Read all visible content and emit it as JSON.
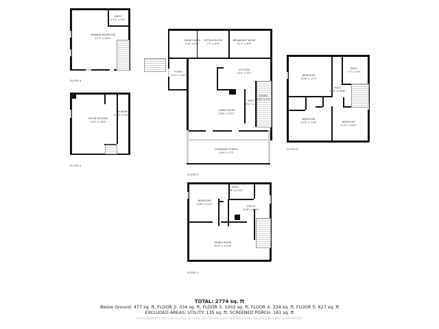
{
  "floors": {
    "floor4": {
      "label": "FLOOR 4",
      "rooms": [
        {
          "name": "PRIMARY BEDROOM",
          "dims": "17'7\" x 16'0\""
        },
        {
          "name": "BATH",
          "dims": "5'11\" x 5'5\""
        }
      ]
    },
    "floor2": {
      "label": "FLOOR 2",
      "rooms": [
        {
          "name": "EAT-IN KITCHEN",
          "dims": "14'3\" x 16'0\""
        },
        {
          "name": "LAUNDRY",
          "dims": "6'10\" x 16'1\""
        }
      ]
    },
    "floor3": {
      "label": "FLOOR 3",
      "rooms": [
        {
          "name": "DINING AREA",
          "dims": "11'6\" x 8'9\""
        },
        {
          "name": "SITTING ROOM",
          "dims": "7'7\" x 8'9\""
        },
        {
          "name": "BREAKFAST NOOK",
          "dims": "12'1\" x 8'9\""
        },
        {
          "name": "FOYER",
          "dims": "5'11\" x 9'2\""
        },
        {
          "name": "KITCHEN",
          "dims": "13'7\" x 9'2\""
        },
        {
          "name": "ENTRY",
          "dims": "3'10\" x 7'5\""
        },
        {
          "name": "BATH",
          "dims": "2'11\" x 8'"
        },
        {
          "name": "LIVING ROOM",
          "dims": "20'0\" x 20'1\""
        },
        {
          "name": "SCREENED PORCH",
          "dims": "20'0\" x 7'3\""
        }
      ]
    },
    "floor5": {
      "label": "FLOOR 5",
      "rooms": [
        {
          "name": "BEDROOM",
          "dims": "12'6\" x 11'1\""
        },
        {
          "name": "BATH",
          "dims": "7'7\" x 7'6\""
        },
        {
          "name": "HALL",
          "dims": "12'0\" x 14'8\""
        },
        {
          "name": "BEDROOM",
          "dims": "12'0\" x 11'8\""
        },
        {
          "name": "BEDROOM",
          "dims": "11'3\" x 10'0\""
        }
      ]
    },
    "floor1": {
      "label": "FLOOR 1",
      "rooms": [
        {
          "name": "BATH",
          "dims": "7'6\" x 4'10\""
        },
        {
          "name": "BEDROOM",
          "dims": "10'6\" x 12'4\""
        },
        {
          "name": "UTILITY",
          "dims": "12'8\" x 15'8\""
        },
        {
          "name": "FAMILY ROOM",
          "dims": "20'0\" x 11'10\""
        }
      ]
    }
  },
  "summary": {
    "total": "TOTAL: 2774 sq. ft",
    "breakdown": "Below Ground: 477 sq. ft, FLOOR 2: 334 sq. ft, FLOOR 3: 1002 sq. ft, FLOOR 4: 334 sq. ft, FLOOR 5: 627 sq. ft",
    "excluded": "EXCLUDED AREAS: UTILITY: 135 sq. ft, SCREENED PORCH: 181 sq. ft",
    "disclaimer": "MEASUREMENTS ARE CALCULATED BY CUBICASA TECHNOLOGY. DEEMED HIGHLY RELIABLE BUT NOT GUARANTEED."
  }
}
